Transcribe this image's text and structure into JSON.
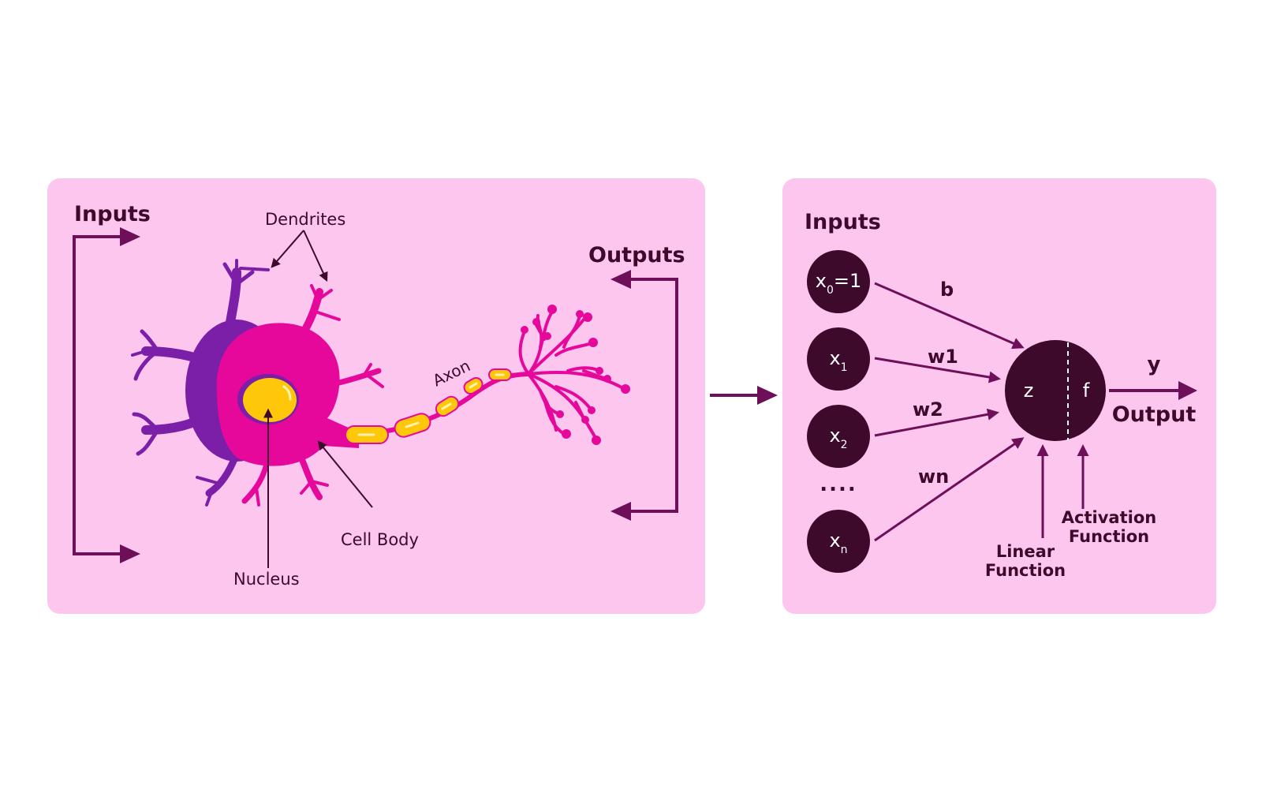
{
  "colors": {
    "panel": "#fcc6ee",
    "ink": "#3d0a2c",
    "arrow": "#6e0f5a",
    "node": "#3d0a2c",
    "cell_pink": "#e6089b",
    "cell_purple": "#7b1fa8",
    "nucleus": "#ffc709",
    "myelin": "#ffc709"
  },
  "biological": {
    "inputs_label": "Inputs",
    "outputs_label": "Outputs",
    "dendrites_label": "Dendrites",
    "axon_label": "Axon",
    "cell_body_label": "Cell Body",
    "nucleus_label": "Nucleus"
  },
  "artificial": {
    "inputs_label": "Inputs",
    "nodes": [
      {
        "base": "x",
        "sub": "0",
        "suffix": "=1"
      },
      {
        "base": "x",
        "sub": "1",
        "suffix": ""
      },
      {
        "base": "x",
        "sub": "2",
        "suffix": ""
      },
      {
        "base": "x",
        "sub": "n",
        "suffix": ""
      }
    ],
    "ellipsis": "....",
    "weights": [
      "b",
      "w1",
      "w2",
      "wn"
    ],
    "neuron_z": "z",
    "neuron_f": "f",
    "y_label": "y",
    "output_label": "Output",
    "linear_function": [
      "Linear",
      "Function"
    ],
    "activation_function": [
      "Activation",
      "Function"
    ]
  }
}
